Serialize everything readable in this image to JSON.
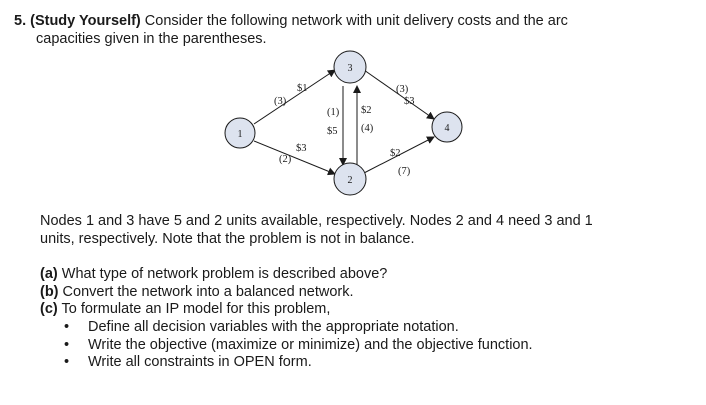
{
  "question": {
    "number": "5.",
    "tag": "(Study Yourself)",
    "text_line1": " Consider the following network with unit delivery costs and the arc",
    "text_line2": "capacities given in the parentheses."
  },
  "network": {
    "nodes": {
      "n1": "1",
      "n2": "2",
      "n3": "3",
      "n4": "4"
    },
    "labels": {
      "arc13_cost": "$1",
      "arc13_cap": "(3)",
      "arc12_cost": "$3",
      "arc12_cap": "(2)",
      "arc32_cap": "(1)",
      "arc32_cost": "$5",
      "arc23_cost": "$2",
      "arc23_cap": "(4)",
      "arc34_cap": "(3)",
      "arc34_cost": "$3",
      "arc24_cost": "$2",
      "arc24_cap": "(7)"
    },
    "node_fill": "#dde3ef",
    "stroke_color": "#1a1a1a"
  },
  "paragraph": {
    "line1": "Nodes 1 and 3 have 5 and 2 units available, respectively. Nodes 2 and 4 need 3 and 1",
    "line2": "units, respectively. Note that the problem is not in balance."
  },
  "parts": [
    {
      "label": "(a)",
      "text": " What type of network problem is described above?"
    },
    {
      "label": "(b)",
      "text": " Convert the network into a balanced network."
    },
    {
      "label": "(c)",
      "text": " To formulate an IP model for this problem,"
    }
  ],
  "bullets": [
    "Define all decision variables with the appropriate notation.",
    "Write the objective (maximize or minimize) and the objective function.",
    "Write all constraints in OPEN form."
  ]
}
